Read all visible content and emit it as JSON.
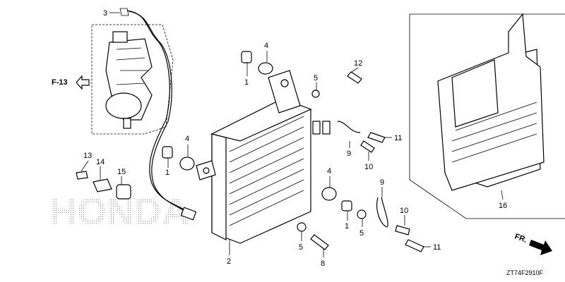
{
  "diagram": {
    "watermark": "HONDA",
    "ref_label": "F-13",
    "direction_label": "FR.",
    "code": "ZT74F2910F",
    "callouts": {
      "c1a": "1",
      "c1b": "1",
      "c1c": "1",
      "c2": "2",
      "c3": "3",
      "c4a": "4",
      "c4b": "4",
      "c4c": "4",
      "c5a": "5",
      "c5b": "5",
      "c5c": "5",
      "c8": "8",
      "c9a": "9",
      "c9b": "9",
      "c10a": "10",
      "c10b": "10",
      "c11a": "11",
      "c11b": "11",
      "c12": "12",
      "c13": "13",
      "c14": "14",
      "c15": "15",
      "c16": "16"
    }
  }
}
